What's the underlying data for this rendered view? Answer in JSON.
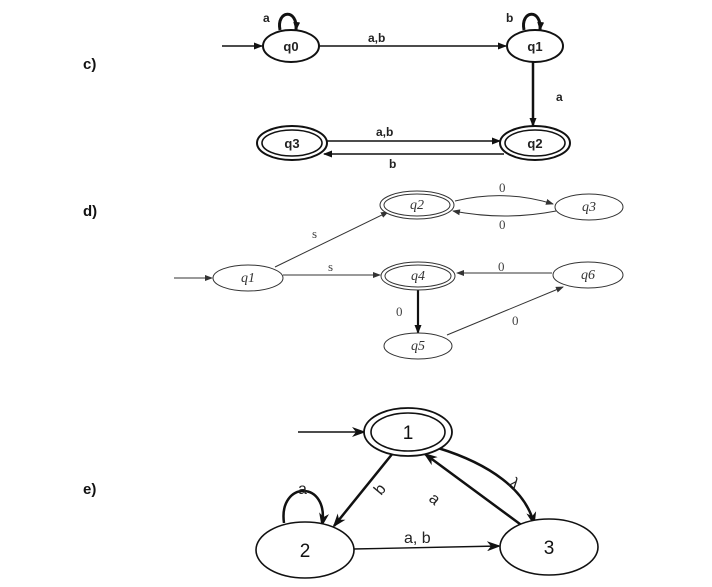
{
  "panels": [
    {
      "label": "c)",
      "states": {
        "q0": "q0",
        "q1": "q1",
        "q2": "q2",
        "q3": "q3"
      },
      "edges": {
        "q0_loop": "a",
        "q1_loop": "b",
        "q0_q1": "a,b",
        "q1_q2": "a",
        "q3_q2": "a,b",
        "q2_q3": "b"
      },
      "accepting": [
        "q2",
        "q3"
      ]
    },
    {
      "label": "d)",
      "states": {
        "q1": "q1",
        "q2": "q2",
        "q3": "q3",
        "q4": "q4",
        "q5": "q5",
        "q6": "q6"
      },
      "edges": {
        "q1_q2": "s",
        "q1_q4": "s",
        "q2_q3": "0",
        "q3_q2": "0",
        "q6_q4": "0",
        "q4_q5": "0",
        "q5_q6": "0"
      },
      "accepting": [
        "q2",
        "q4"
      ]
    },
    {
      "label": "e)",
      "states": {
        "s1": "1",
        "s2": "2",
        "s3": "3"
      },
      "edges": {
        "s2_loop": "a",
        "s1_s2": "b",
        "s3_s1": "a",
        "s1_s3": "λ",
        "s2_s3": "a, b"
      },
      "accepting": [
        "s1"
      ]
    }
  ],
  "colors": {
    "stroke": "#111111",
    "fill": "#ffffff",
    "text": "#222222"
  }
}
